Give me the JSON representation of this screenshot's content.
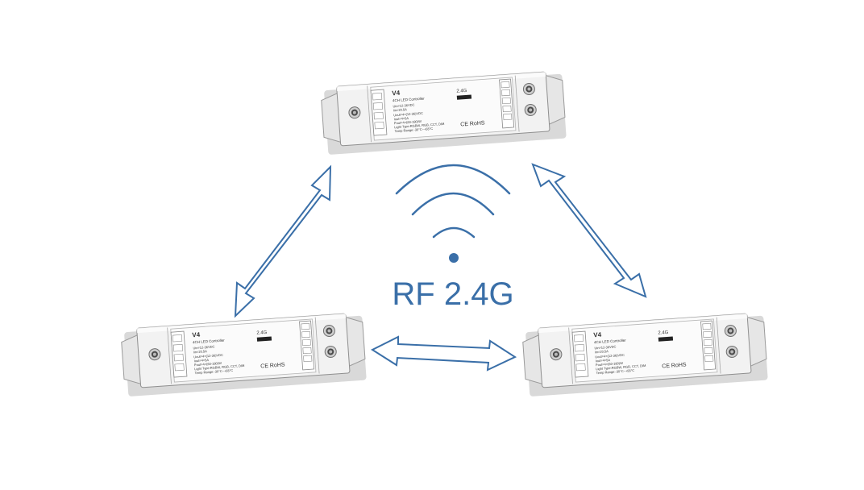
{
  "diagram": {
    "signal_label": "RF 2.4G",
    "accent_color": "#3a6fa8",
    "device": {
      "model": "V4",
      "name": "4CH LED Controller",
      "band": "2.4G",
      "input_rating": "Uin=12-36VDC",
      "input_current": "Iin=20.5A",
      "output_voltage": "Uout=4×(12-36)VDC",
      "output_current": "Iout=4×5A",
      "output_power": "Pout=4×(60-180)W",
      "light_type": "Light Type:RGBW, RGB, CCT, DIM",
      "temp_range": "Temp Range:-30°C~+55°C",
      "certifications": "CE RoHS"
    },
    "devices": [
      {
        "id": "top"
      },
      {
        "id": "bottom-left"
      },
      {
        "id": "bottom-right"
      }
    ],
    "links": [
      {
        "from": "top",
        "to": "bottom-left"
      },
      {
        "from": "top",
        "to": "bottom-right"
      },
      {
        "from": "bottom-left",
        "to": "bottom-right"
      }
    ]
  }
}
